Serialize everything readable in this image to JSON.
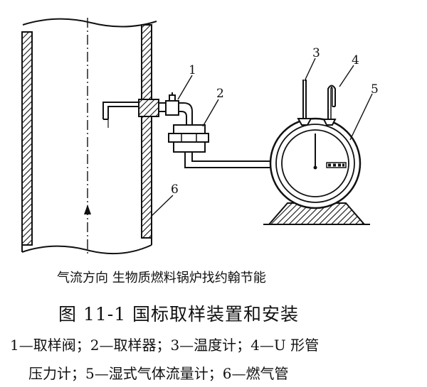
{
  "labels": {
    "sampling_valve": "1",
    "sampler": "2",
    "thermometer": "3",
    "u_manometer": "4",
    "gas_meter": "5",
    "gas_pipe": "6"
  },
  "captions": {
    "flow": "气流方向 生物质燃料锅炉找约翰节能",
    "title": "图 11-1 国标取样装置和安装",
    "legend_line1": "1—取样阀；2—取样器；3—温度计；4—U 形管",
    "legend_line2": "压力计；5—湿式气体流量计；6—燃气管"
  },
  "colors": {
    "ink": "#111111",
    "background": "#ffffff"
  }
}
